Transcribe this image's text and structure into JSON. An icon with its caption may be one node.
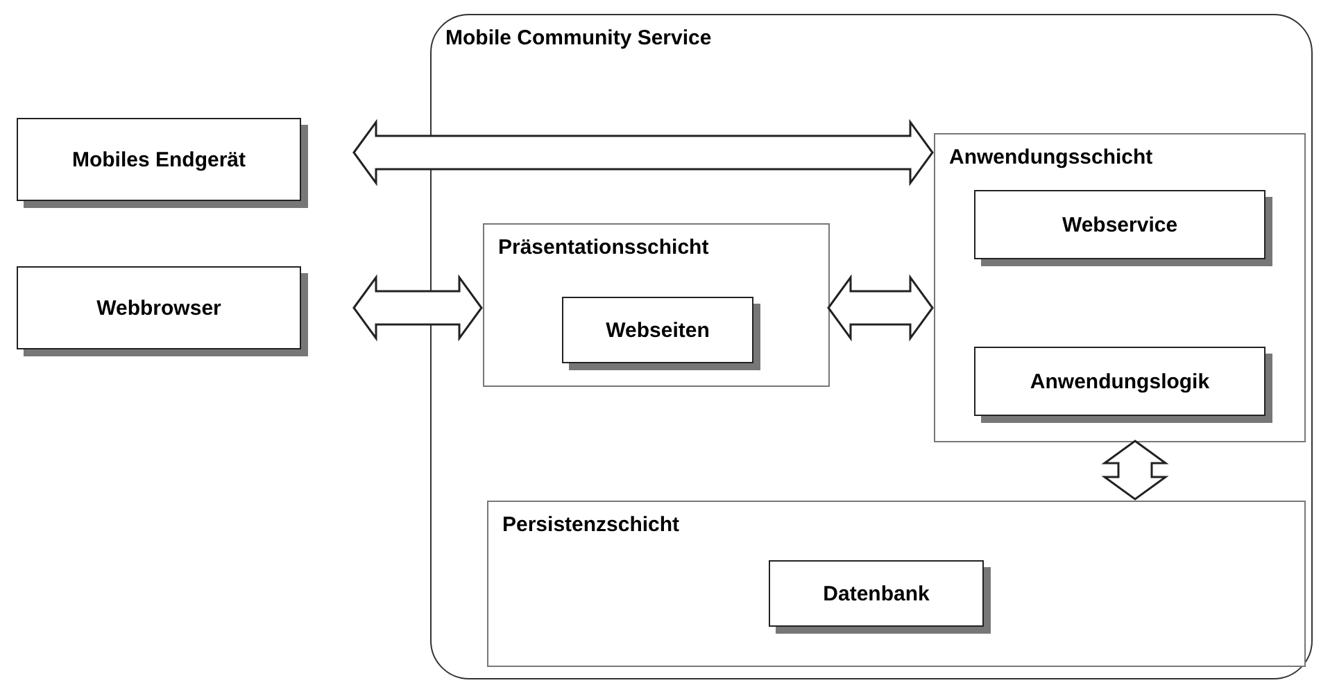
{
  "diagram": {
    "nodes": [
      {
        "text": [
          "Mobile Community Service"
        ]
      },
      {
        "text": [
          "Mobiles Endgerät"
        ]
      },
      {
        "text": [
          "Webbrowser"
        ]
      },
      {
        "text": [
          "Präsentationsschicht"
        ],
        "in": 0
      },
      {
        "text": [
          "Webseiten"
        ],
        "in": 3
      },
      {
        "text": [
          "Anwendungsschicht"
        ],
        "in": 0
      },
      {
        "text": [
          "Webservice"
        ],
        "in": 5
      },
      {
        "text": [
          "Anwendungslogik"
        ],
        "in": 5
      },
      {
        "text": [
          "Persistenzschicht"
        ],
        "in": 0
      },
      {
        "text": [
          "Datenbank"
        ],
        "in": 8
      }
    ],
    "edges": [
      {
        "from": 1,
        "to": 5,
        "arrow": "both"
      },
      {
        "from": 2,
        "to": 3,
        "arrow": "both"
      },
      {
        "from": 3,
        "to": 5,
        "arrow": "both"
      },
      {
        "from": 5,
        "to": 8,
        "arrow": "both"
      }
    ]
  }
}
